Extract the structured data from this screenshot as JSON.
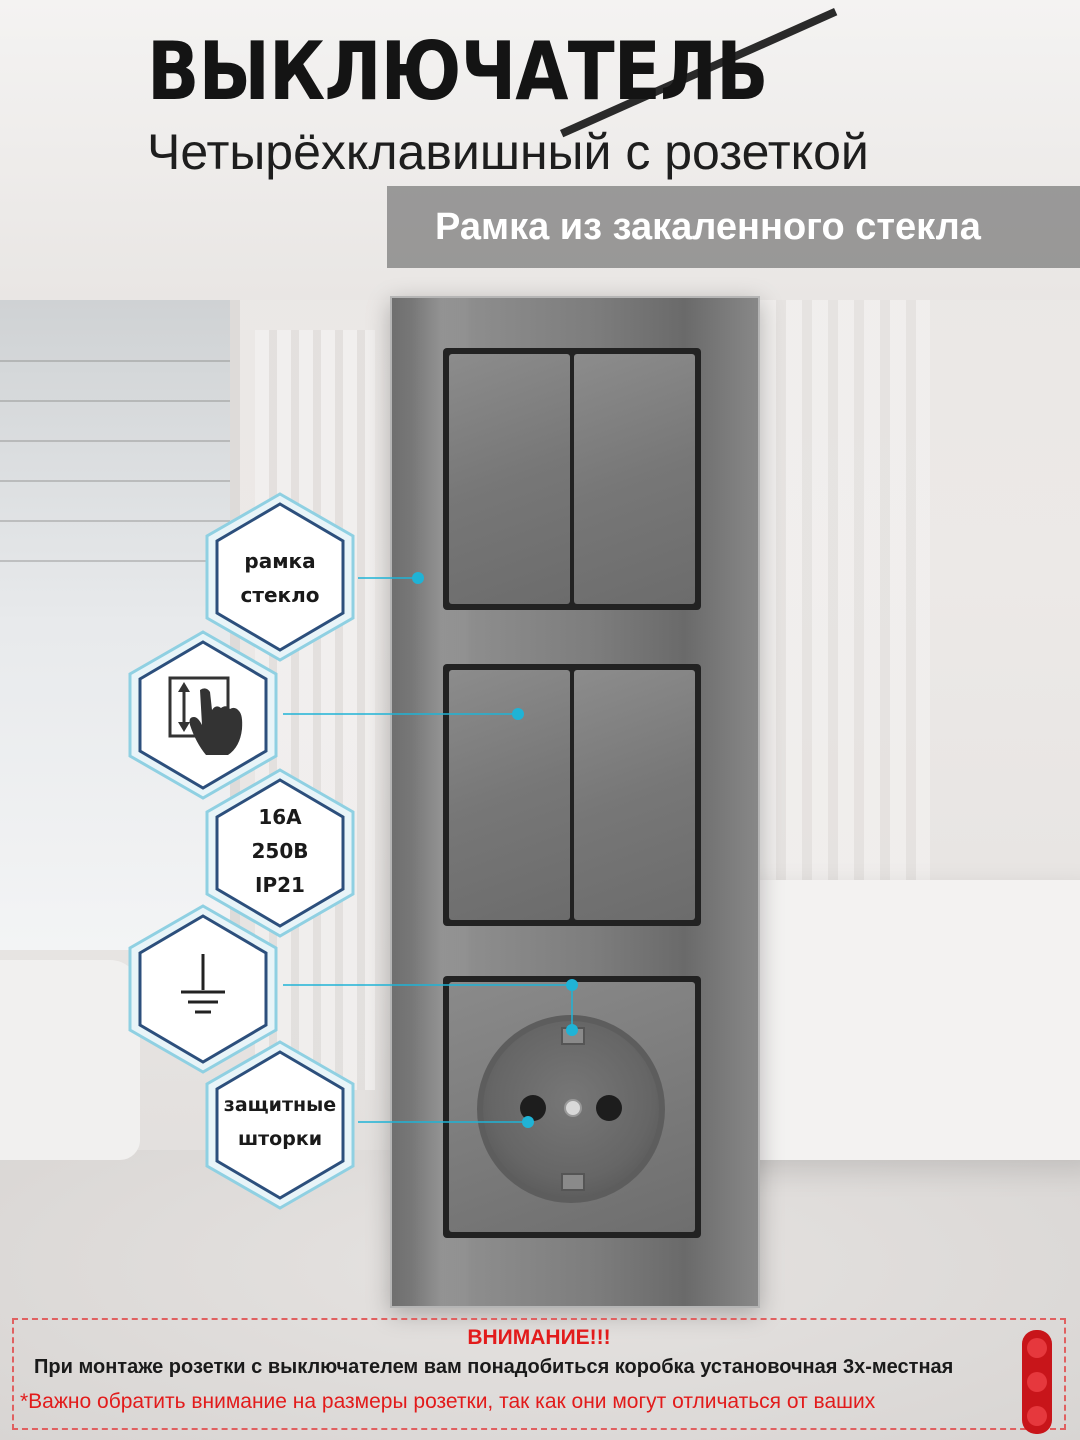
{
  "header": {
    "title": "ВЫКЛЮЧАТЕЛЬ",
    "subtitle": "Четырёхклавишный с розеткой",
    "banner": "Рамка из закаленного стекла"
  },
  "features": {
    "frame_label_1": "рамка",
    "frame_label_2": "стекло",
    "touch_icon": "touch-hand-icon",
    "rating_1": "16А",
    "rating_2": "250В",
    "rating_3": "IP21",
    "ground_icon": "ground-icon",
    "shutters_1": "защитные",
    "shutters_2": "шторки"
  },
  "notice": {
    "heading": "ВНИМАНИЕ!!!",
    "line1": "При монтаже розетки с выключателем вам понадобиться коробка установочная 3х-местная",
    "line2": "*Важно обратить внимание на размеры розетки, так как они могут отличаться от ваших"
  },
  "colors": {
    "accent_cyan": "#1fb3d6",
    "hex_border": "#2c4f7c",
    "warning_red": "#e21b1b"
  }
}
